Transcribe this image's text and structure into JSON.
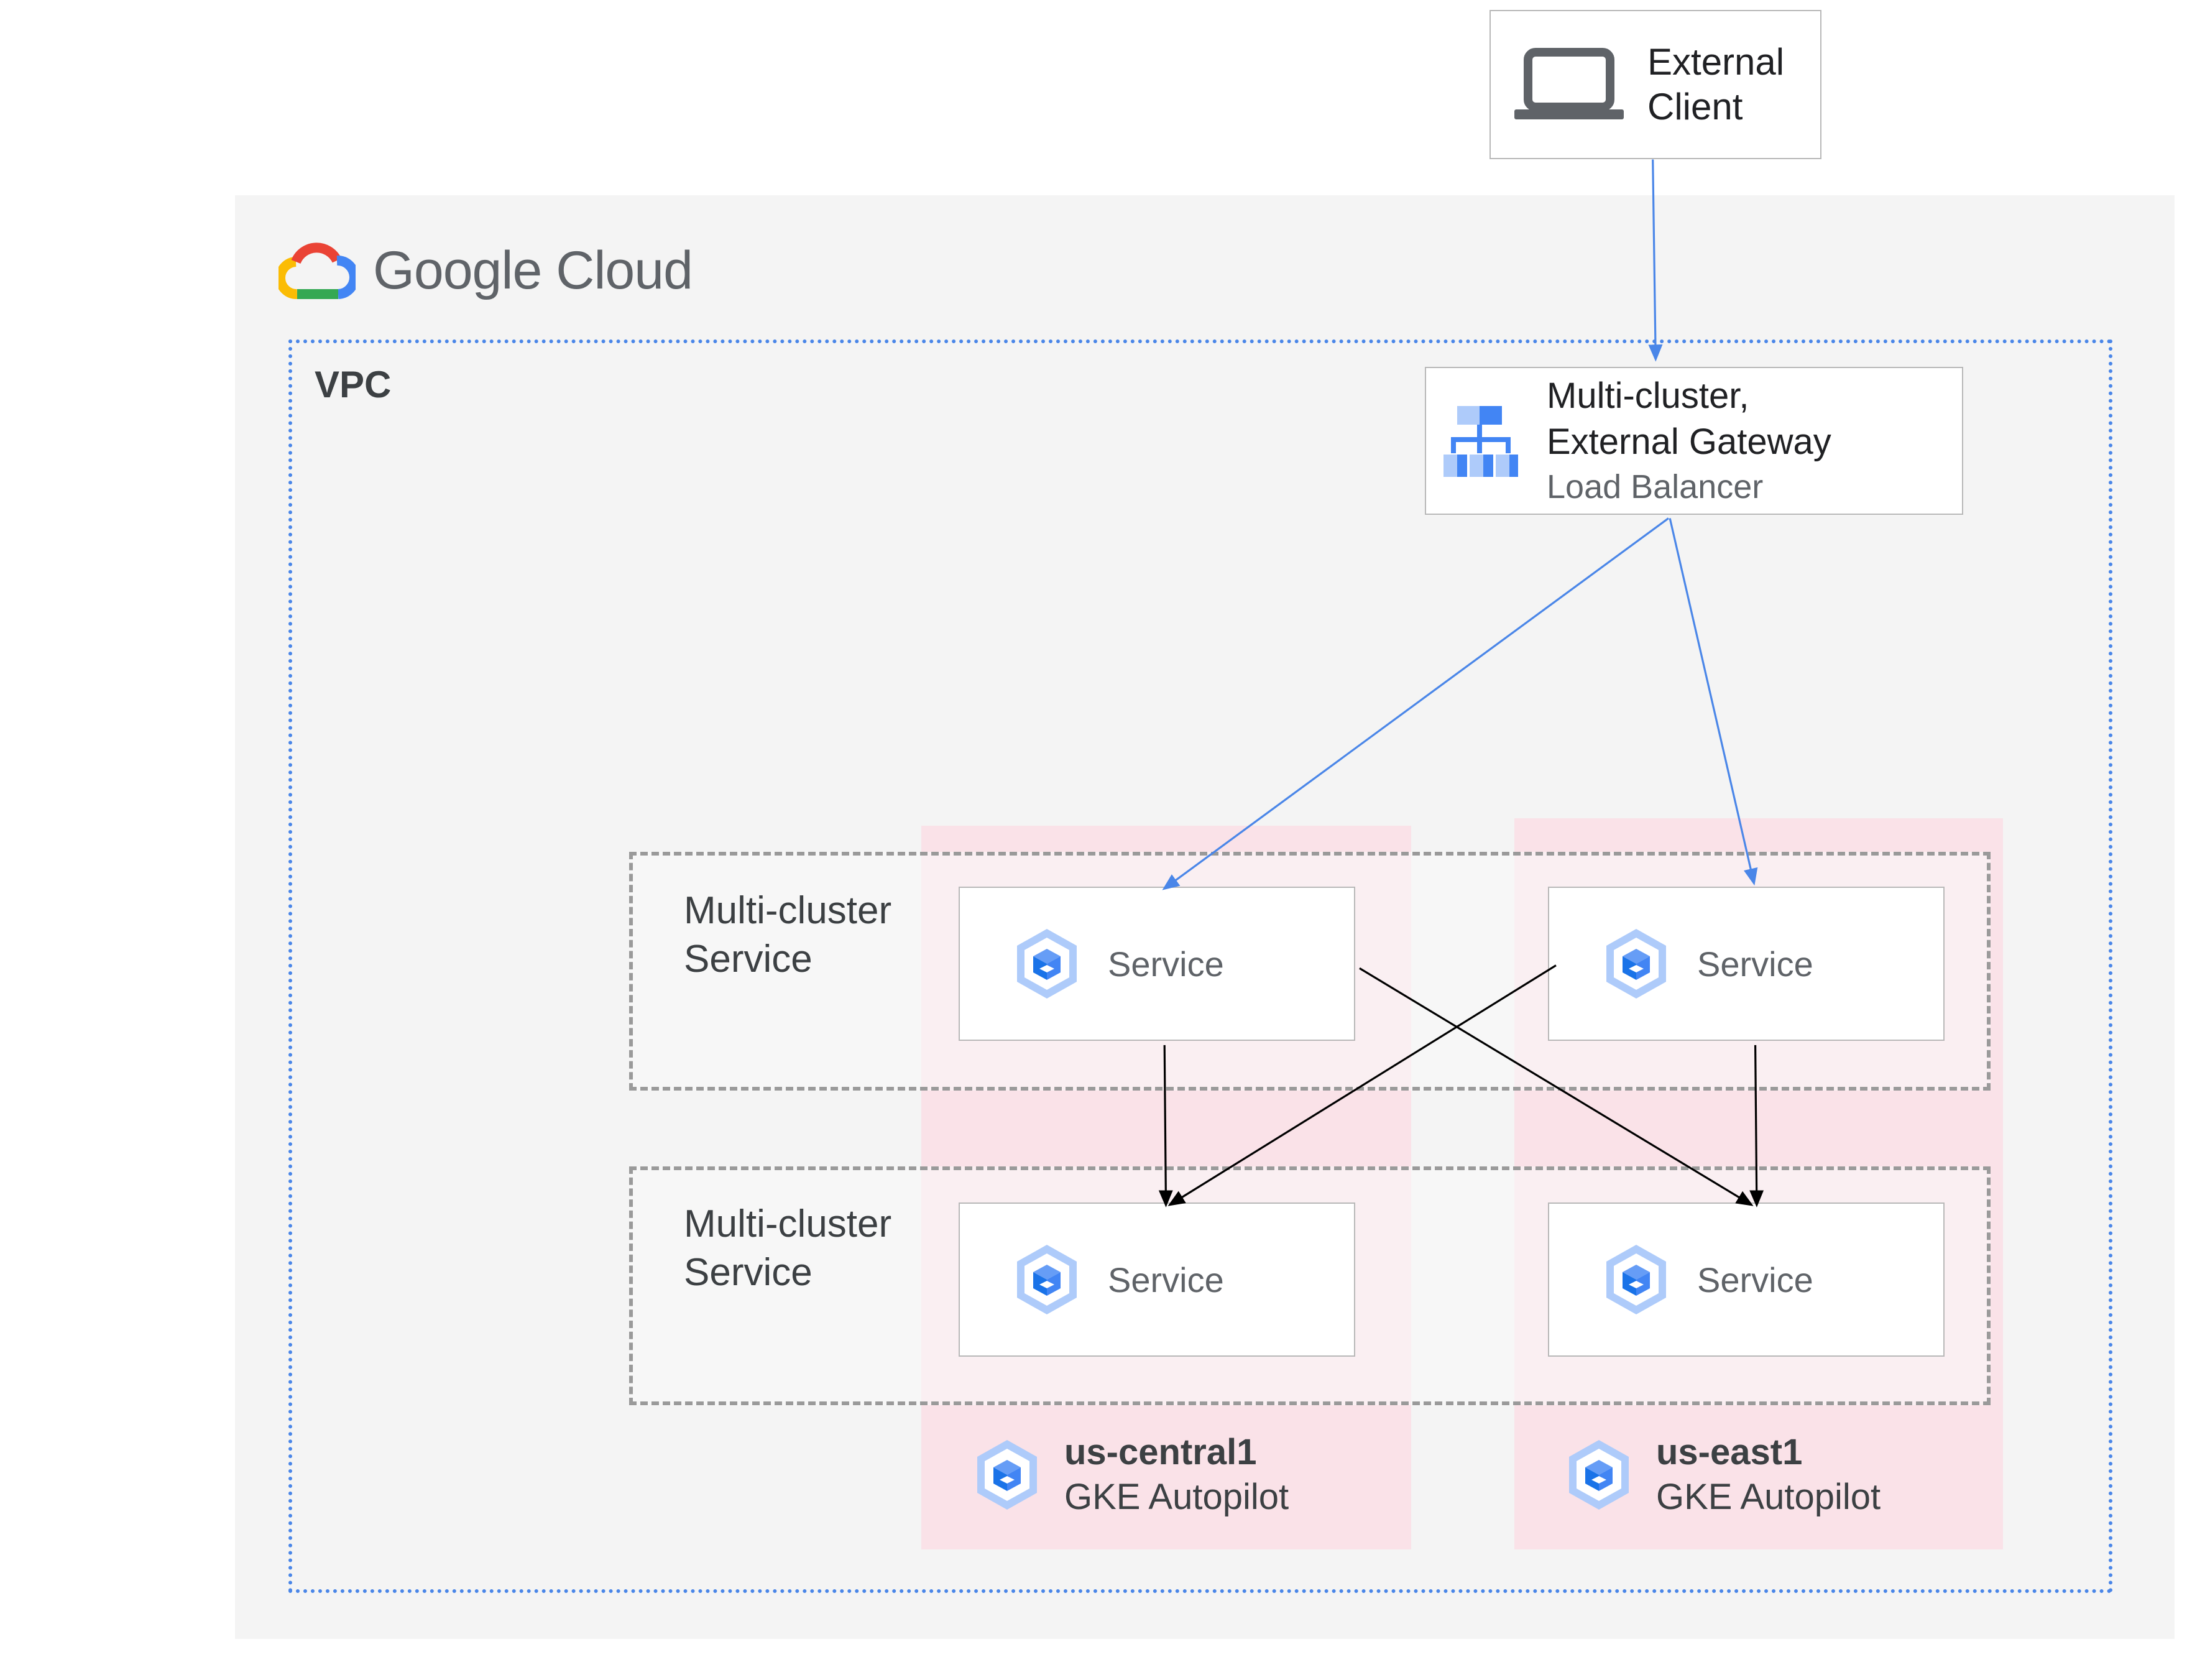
{
  "brand": {
    "name": "Google Cloud",
    "logo_icon": "google-cloud-logo-icon",
    "colors": {
      "blue": "#4285f4",
      "red": "#ea4335",
      "yellow": "#fbbc04",
      "green": "#34a853"
    }
  },
  "client": {
    "line1": "External",
    "line2": "Client",
    "icon": "laptop-icon"
  },
  "vpc": {
    "label": "VPC"
  },
  "load_balancer": {
    "line1": "Multi-cluster,",
    "line2": "External Gateway",
    "line3": "Load Balancer",
    "icon": "load-balancer-icon"
  },
  "multicluster_services": [
    {
      "line1": "Multi-cluster",
      "line2": "Service"
    },
    {
      "line1": "Multi-cluster",
      "line2": "Service"
    }
  ],
  "services": [
    {
      "label": "Service",
      "icon": "gke-service-icon"
    },
    {
      "label": "Service",
      "icon": "gke-service-icon"
    },
    {
      "label": "Service",
      "icon": "gke-service-icon"
    },
    {
      "label": "Service",
      "icon": "gke-service-icon"
    }
  ],
  "regions": [
    {
      "name": "us-central1",
      "type": "GKE Autopilot",
      "icon": "gke-icon"
    },
    {
      "name": "us-east1",
      "type": "GKE Autopilot",
      "icon": "gke-icon"
    }
  ],
  "colors": {
    "blue_arrow": "#4a86e8",
    "black_arrow": "#000000",
    "region_fill": "#fae2e8",
    "panel_fill": "#f4f4f4"
  }
}
